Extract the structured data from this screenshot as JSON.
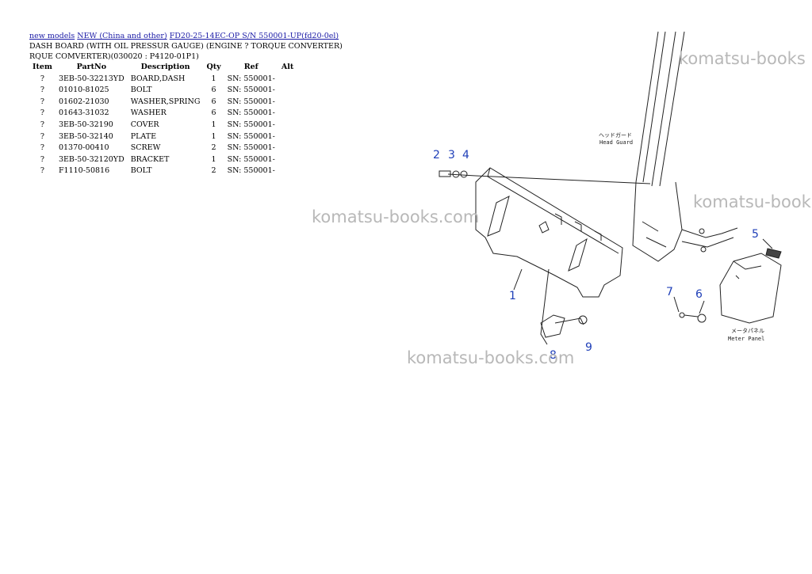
{
  "breadcrumb": {
    "link1": "new models",
    "link2": "NEW (China and other)",
    "link3": "FD20-25-14EC-OP S/N 550001-UP(fd20-0el)"
  },
  "title": "DASH BOARD (WITH OIL PRESSUR GAUGE) (ENGINE ? TORQUE CONVERTER) RQUE COMVERTER)(030020 : P4120-01P1)",
  "table": {
    "headers": [
      "Item",
      "PartNo",
      "Description",
      "Qty",
      "Ref",
      "Alt"
    ],
    "rows": [
      {
        "item": "?",
        "part": "3EB-50-32213YD",
        "desc": "BOARD,DASH",
        "qty": "1",
        "ref": "SN: 550001-",
        "alt": ""
      },
      {
        "item": "?",
        "part": "01010-81025",
        "desc": "BOLT",
        "qty": "6",
        "ref": "SN: 550001-",
        "alt": ""
      },
      {
        "item": "?",
        "part": "01602-21030",
        "desc": "WASHER,SPRING",
        "qty": "6",
        "ref": "SN: 550001-",
        "alt": ""
      },
      {
        "item": "?",
        "part": "01643-31032",
        "desc": "WASHER",
        "qty": "6",
        "ref": "SN: 550001-",
        "alt": ""
      },
      {
        "item": "?",
        "part": "3EB-50-32190",
        "desc": "COVER",
        "qty": "1",
        "ref": "SN: 550001-",
        "alt": ""
      },
      {
        "item": "?",
        "part": "3EB-50-32140",
        "desc": "PLATE",
        "qty": "1",
        "ref": "SN: 550001-",
        "alt": ""
      },
      {
        "item": "?",
        "part": "01370-00410",
        "desc": "SCREW",
        "qty": "2",
        "ref": "SN: 550001-",
        "alt": ""
      },
      {
        "item": "?",
        "part": "3EB-50-32120YD",
        "desc": "BRACKET",
        "qty": "1",
        "ref": "SN: 550001-",
        "alt": ""
      },
      {
        "item": "?",
        "part": "F1110-50816",
        "desc": "BOLT",
        "qty": "2",
        "ref": "SN: 550001-",
        "alt": ""
      }
    ]
  },
  "diagram": {
    "callouts": [
      "1",
      "2",
      "3",
      "4",
      "5",
      "6",
      "7",
      "8",
      "9"
    ],
    "head_guard_jp": "ヘッドガード",
    "head_guard_en": "Head Guard",
    "meter_panel_jp": "メータパネル",
    "meter_panel_en": "Meter Panel",
    "callout_color": "#1f3fb8"
  },
  "watermark": "komatsu-books.com",
  "watermark_cut": "komatsu-books",
  "watermark_cut2": "komatsu-book"
}
